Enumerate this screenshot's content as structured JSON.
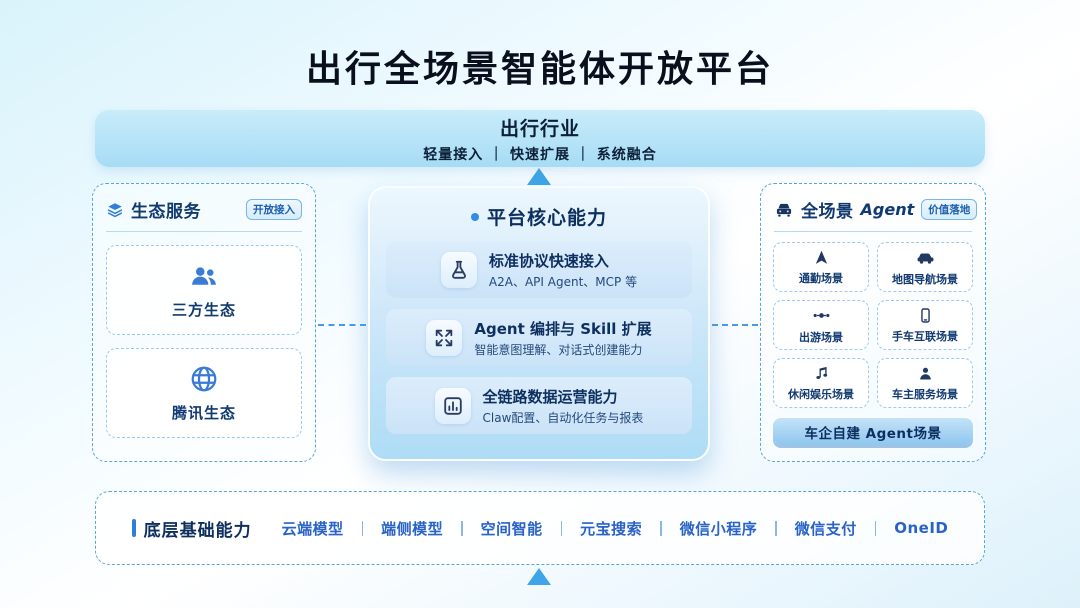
{
  "page": {
    "title": "出行全场景智能体开放平台"
  },
  "top_banner": {
    "title": "出行行业",
    "subtitle": "轻量接入 ｜ 快速扩展 ｜ 系统融合"
  },
  "left_panel": {
    "title": "生态服务",
    "badge": "开放接入",
    "icon": "layers-icon",
    "items": [
      {
        "label": "三方生态",
        "icon": "people-icon"
      },
      {
        "label": "腾讯生态",
        "icon": "globe-icon"
      }
    ]
  },
  "center_panel": {
    "title": "平台核心能力",
    "items": [
      {
        "title": "标准协议快速接入",
        "desc": "A2A、API Agent、MCP 等",
        "icon": "flask-icon"
      },
      {
        "title": "Agent 编排与 Skill 扩展",
        "desc": "智能意图理解、对话式创建能力",
        "icon": "expand-arrows-icon"
      },
      {
        "title": "全链路数据运营能力",
        "desc": "Claw配置、自动化任务与报表",
        "icon": "bar-chart-icon"
      }
    ]
  },
  "right_panel": {
    "title_zh": "全场景",
    "title_en": "Agent",
    "badge": "价值落地",
    "icon": "car-front-icon",
    "items": [
      {
        "label": "通勤场景",
        "icon": "navigation-arrow-icon"
      },
      {
        "label": "地图导航场景",
        "icon": "car-side-icon"
      },
      {
        "label": "出游场景",
        "icon": "route-dots-icon"
      },
      {
        "label": "手车互联场景",
        "icon": "smartphone-icon"
      },
      {
        "label": "休闲娱乐场景",
        "icon": "music-note-icon"
      },
      {
        "label": "车主服务场景",
        "icon": "person-icon"
      }
    ],
    "footer": "车企自建 Agent场景"
  },
  "bottom_banner": {
    "title": "底层基础能力",
    "items": [
      "云端模型",
      "端侧模型",
      "空间智能",
      "元宝搜索",
      "微信小程序",
      "微信支付",
      "OneID"
    ]
  },
  "colors": {
    "accent_blue": "#2f8de8",
    "navy_text": "#0d2f5f",
    "link_blue": "#2a63c8",
    "dashed_border": "#56a5e3"
  }
}
